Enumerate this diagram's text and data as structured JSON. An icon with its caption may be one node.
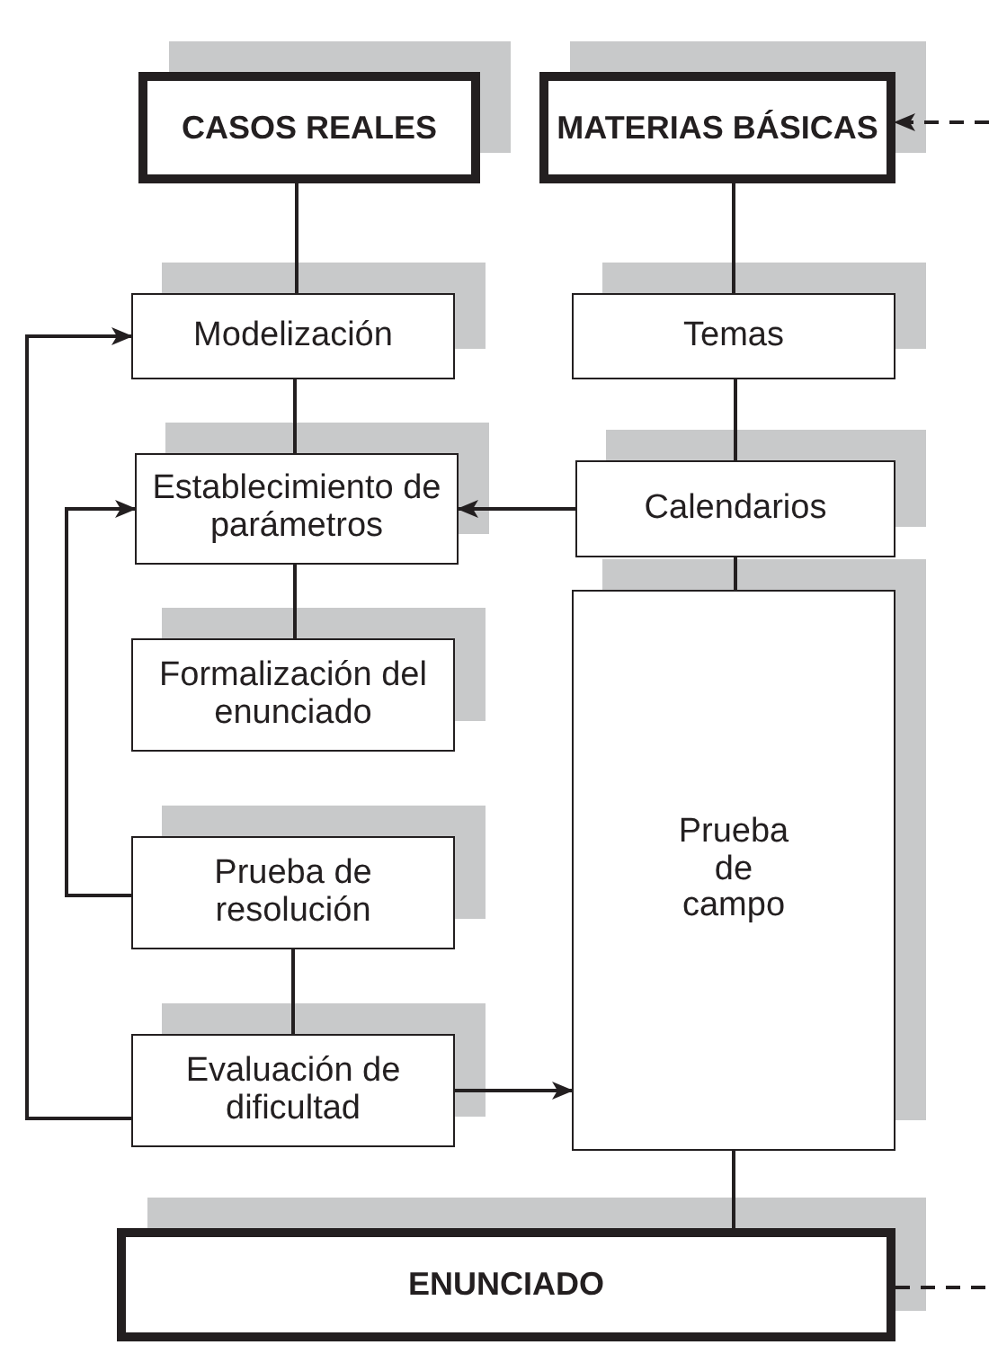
{
  "diagram": {
    "nodes": [
      {
        "text": [
          "CASOS REALES"
        ]
      },
      {
        "text": [
          "MATERIAS BÁSICAS"
        ]
      },
      {
        "text": [
          "Modelización"
        ]
      },
      {
        "text": [
          "Temas"
        ]
      },
      {
        "text": [
          "Establecimiento de parámetros"
        ]
      },
      {
        "text": [
          "Calendarios"
        ]
      },
      {
        "text": [
          "Formalización del enunciado"
        ]
      },
      {
        "text": [
          "Prueba de campo"
        ]
      },
      {
        "text": [
          "Prueba de resolución"
        ]
      },
      {
        "text": [
          "Evaluación de dificultad"
        ]
      },
      {
        "text": [
          "ENUNCIADO"
        ]
      }
    ],
    "edges": [
      {
        "from": 0,
        "to": 2,
        "arrow": "none"
      },
      {
        "from": 2,
        "to": 4,
        "arrow": "none"
      },
      {
        "from": 4,
        "to": 6,
        "arrow": "none"
      },
      {
        "from": 8,
        "to": 9,
        "arrow": "none"
      },
      {
        "from": 9,
        "to": 2,
        "arrow": "to"
      },
      {
        "from": 8,
        "to": 4,
        "arrow": "to"
      },
      {
        "from": 5,
        "to": 4,
        "arrow": "to"
      },
      {
        "from": 9,
        "to": 7,
        "arrow": "to"
      },
      {
        "from": 1,
        "to": 3,
        "arrow": "none"
      },
      {
        "from": 3,
        "to": 5,
        "arrow": "none"
      },
      {
        "from": 5,
        "to": 7,
        "arrow": "none"
      },
      {
        "from": 7,
        "to": 10,
        "arrow": "none"
      },
      {
        "from": null,
        "to": 1,
        "arrow": "to",
        "style": "dashed"
      },
      {
        "from": 10,
        "to": null,
        "arrow": "none",
        "style": "dashed"
      }
    ]
  }
}
